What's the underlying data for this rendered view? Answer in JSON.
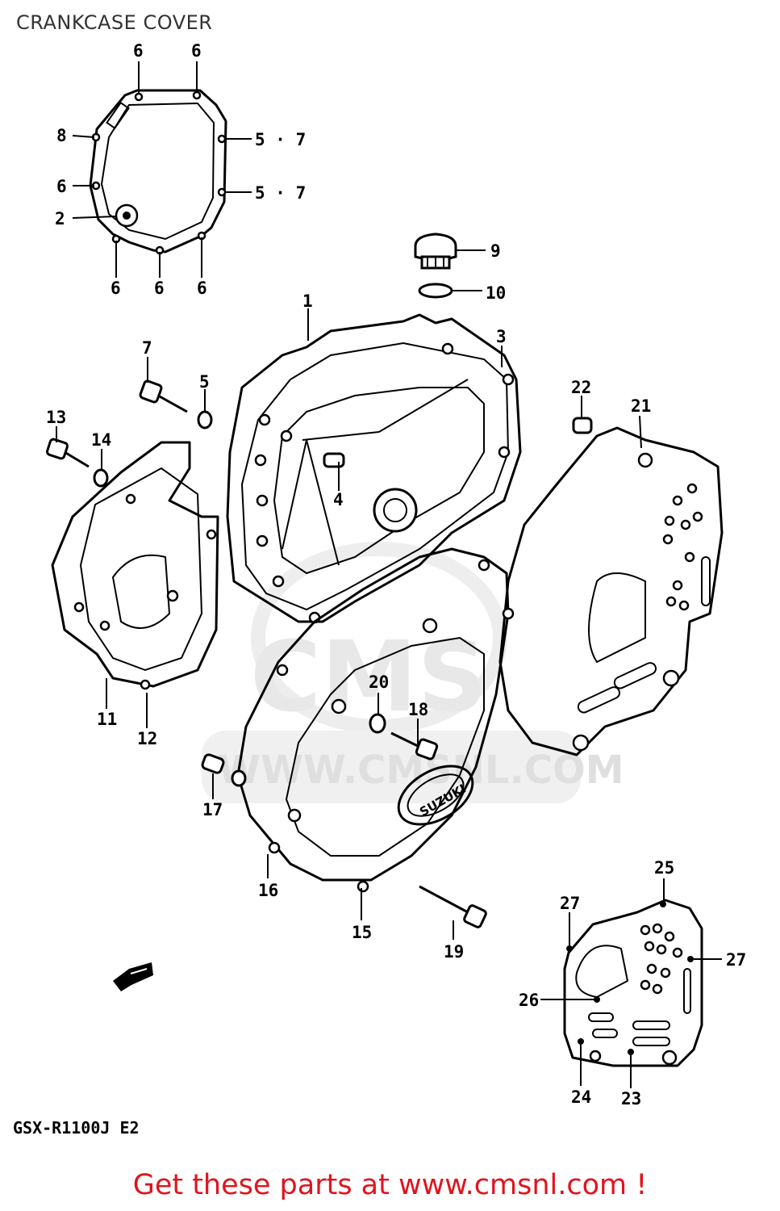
{
  "title": "CRANKCASE COVER",
  "watermark": {
    "logo": "CMS",
    "url": "WWW.CMSNL.COM"
  },
  "emblem_text": "SUZUKI",
  "model_code": "GSX-R1100J E2",
  "footer": {
    "cta": "Get these parts at www.cmsnl.com !"
  },
  "callouts": [
    {
      "id": "c6a",
      "label": "6"
    },
    {
      "id": "c6b",
      "label": "6"
    },
    {
      "id": "c8",
      "label": "8"
    },
    {
      "id": "c57a",
      "label": "5 · 7"
    },
    {
      "id": "c6c",
      "label": "6"
    },
    {
      "id": "c57b",
      "label": "5 · 7"
    },
    {
      "id": "c2",
      "label": "2"
    },
    {
      "id": "c6d",
      "label": "6"
    },
    {
      "id": "c6e",
      "label": "6"
    },
    {
      "id": "c6f",
      "label": "6"
    },
    {
      "id": "c9",
      "label": "9"
    },
    {
      "id": "c10",
      "label": "10"
    },
    {
      "id": "c1",
      "label": "1"
    },
    {
      "id": "c3",
      "label": "3"
    },
    {
      "id": "c7",
      "label": "7"
    },
    {
      "id": "c5",
      "label": "5"
    },
    {
      "id": "c13",
      "label": "13"
    },
    {
      "id": "c14",
      "label": "14"
    },
    {
      "id": "c4",
      "label": "4"
    },
    {
      "id": "c22",
      "label": "22"
    },
    {
      "id": "c21",
      "label": "21"
    },
    {
      "id": "c11",
      "label": "11"
    },
    {
      "id": "c12",
      "label": "12"
    },
    {
      "id": "c20",
      "label": "20"
    },
    {
      "id": "c18",
      "label": "18"
    },
    {
      "id": "c17",
      "label": "17"
    },
    {
      "id": "c16",
      "label": "16"
    },
    {
      "id": "c15",
      "label": "15"
    },
    {
      "id": "c19",
      "label": "19"
    },
    {
      "id": "c25",
      "label": "25"
    },
    {
      "id": "c27a",
      "label": "27"
    },
    {
      "id": "c27b",
      "label": "27"
    },
    {
      "id": "c26",
      "label": "26"
    },
    {
      "id": "c24",
      "label": "24"
    },
    {
      "id": "c23",
      "label": "23"
    }
  ]
}
